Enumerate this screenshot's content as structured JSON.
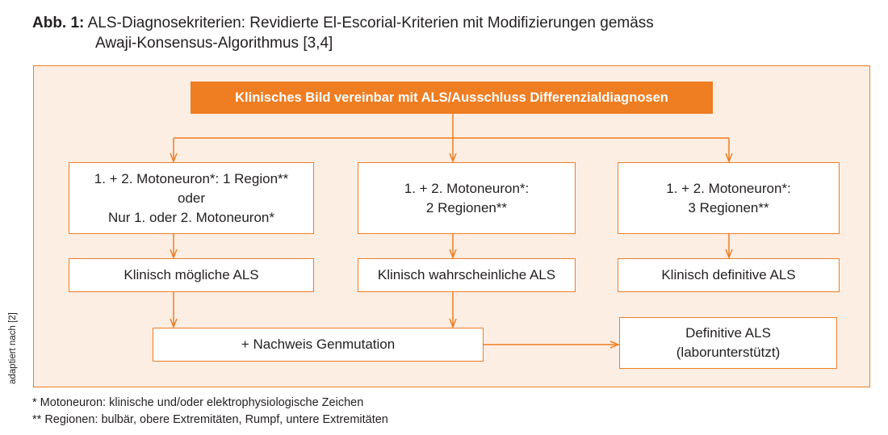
{
  "caption": {
    "label": "Abb. 1:",
    "line1": "ALS-Diagnosekriterien: Revidierte El-Escorial-Kriterien mit Modifizierungen gemäss",
    "line2": "Awaji-Konsensus-Algorithmus [3,4]"
  },
  "side_note": "adaptiert nach [2]",
  "top_box": "Klinisches Bild vereinbar mit ALS/Ausschluss Differenzialdiagnosen",
  "criteria": {
    "left": {
      "line1": "1. + 2. Motoneuron*: 1 Region**",
      "line2": "oder",
      "line3": "Nur 1. oder 2. Motoneuron*"
    },
    "middle": {
      "line1": "1. + 2. Motoneuron*:",
      "line2": "2 Regionen**"
    },
    "right": {
      "line1": "1. + 2. Motoneuron*:",
      "line2": "3 Regionen**"
    }
  },
  "outcomes": {
    "left": "Klinisch mögliche ALS",
    "middle": "Klinisch wahrscheinliche ALS",
    "right": "Klinisch definitive ALS"
  },
  "genmutation": "+ Nachweis Genmutation",
  "definitive_lab": {
    "line1": "Definitive ALS",
    "line2": "(laborunterstützt)"
  },
  "footnotes": [
    "* Motoneuron: klinische und/oder elektrophysiologische Zeichen",
    "** Regionen: bulbär, obere Extremitäten, Rumpf, untere Extremitäten"
  ],
  "colors": {
    "accent": "#ef7d22",
    "panel_bg": "#fdeee4",
    "text": "#231f20"
  }
}
